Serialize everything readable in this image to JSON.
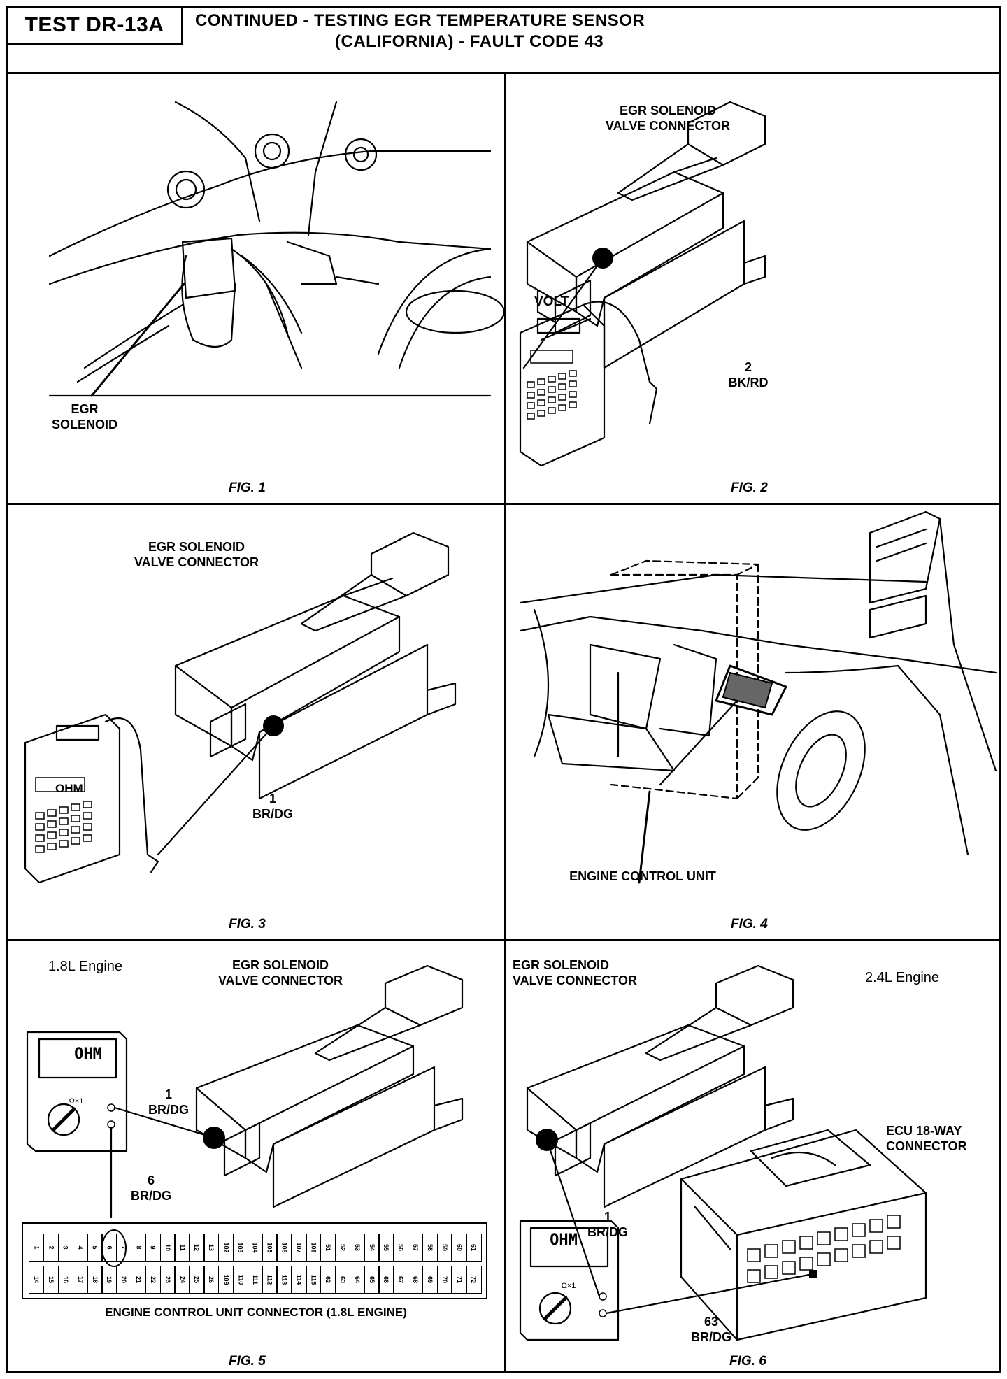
{
  "header": {
    "test_id": "TEST DR-13A",
    "title_line1": "CONTINUED -  TESTING EGR TEMPERATURE SENSOR",
    "title_line2": "(CALIFORNIA) - FAULT CODE 43"
  },
  "fig1": {
    "caption": "FIG. 1",
    "label_line1": "EGR",
    "label_line2": "SOLENOID"
  },
  "fig2": {
    "caption": "FIG. 2",
    "connector_line1": "EGR SOLENOID",
    "connector_line2": "VALVE CONNECTOR",
    "pin": "2",
    "wire": "BK/RD",
    "meter_mode": "VOLT"
  },
  "fig3": {
    "caption": "FIG. 3",
    "connector_line1": "EGR SOLENOID",
    "connector_line2": "VALVE CONNECTOR",
    "pin": "1",
    "wire": "BR/DG",
    "meter_mode": "OHM"
  },
  "fig4": {
    "caption": "FIG. 4",
    "label": "ENGINE CONTROL UNIT"
  },
  "fig5": {
    "caption": "FIG. 5",
    "engine": "1.8L Engine",
    "connector_line1": "EGR SOLENOID",
    "connector_line2": "VALVE CONNECTOR",
    "pin_a": "1",
    "wire_a": "BR/DG",
    "pin_b": "6",
    "wire_b": "BR/DG",
    "meter_mode": "OHM",
    "meter_range": "Ω×1",
    "ecu_label": "ENGINE CONTROL UNIT CONNECTOR (1.8L ENGINE)",
    "ecu_top_pins": [
      "1",
      "2",
      "3",
      "4",
      "5",
      "6",
      "7",
      "8",
      "9",
      "10",
      "11",
      "12",
      "13",
      "102",
      "103",
      "104",
      "105",
      "106",
      "107",
      "108",
      "51",
      "52",
      "53",
      "54",
      "55",
      "56",
      "57",
      "58",
      "59",
      "60",
      "61"
    ],
    "ecu_bottom_pins": [
      "14",
      "15",
      "16",
      "17",
      "18",
      "19",
      "20",
      "21",
      "22",
      "23",
      "24",
      "25",
      "26",
      "109",
      "110",
      "111",
      "112",
      "113",
      "114",
      "115",
      "62",
      "63",
      "64",
      "65",
      "66",
      "67",
      "68",
      "69",
      "70",
      "71",
      "72"
    ]
  },
  "fig6": {
    "caption": "FIG. 6",
    "engine": "2.4L Engine",
    "connector_line1": "EGR SOLENOID",
    "connector_line2": "VALVE CONNECTOR",
    "ecu_line1": "ECU 18-WAY",
    "ecu_line2": "CONNECTOR",
    "pin_a": "1",
    "wire_a": "BR/DG",
    "pin_b": "63",
    "wire_b": "BR/DG",
    "meter_mode": "OHM",
    "meter_range": "Ω×1"
  }
}
